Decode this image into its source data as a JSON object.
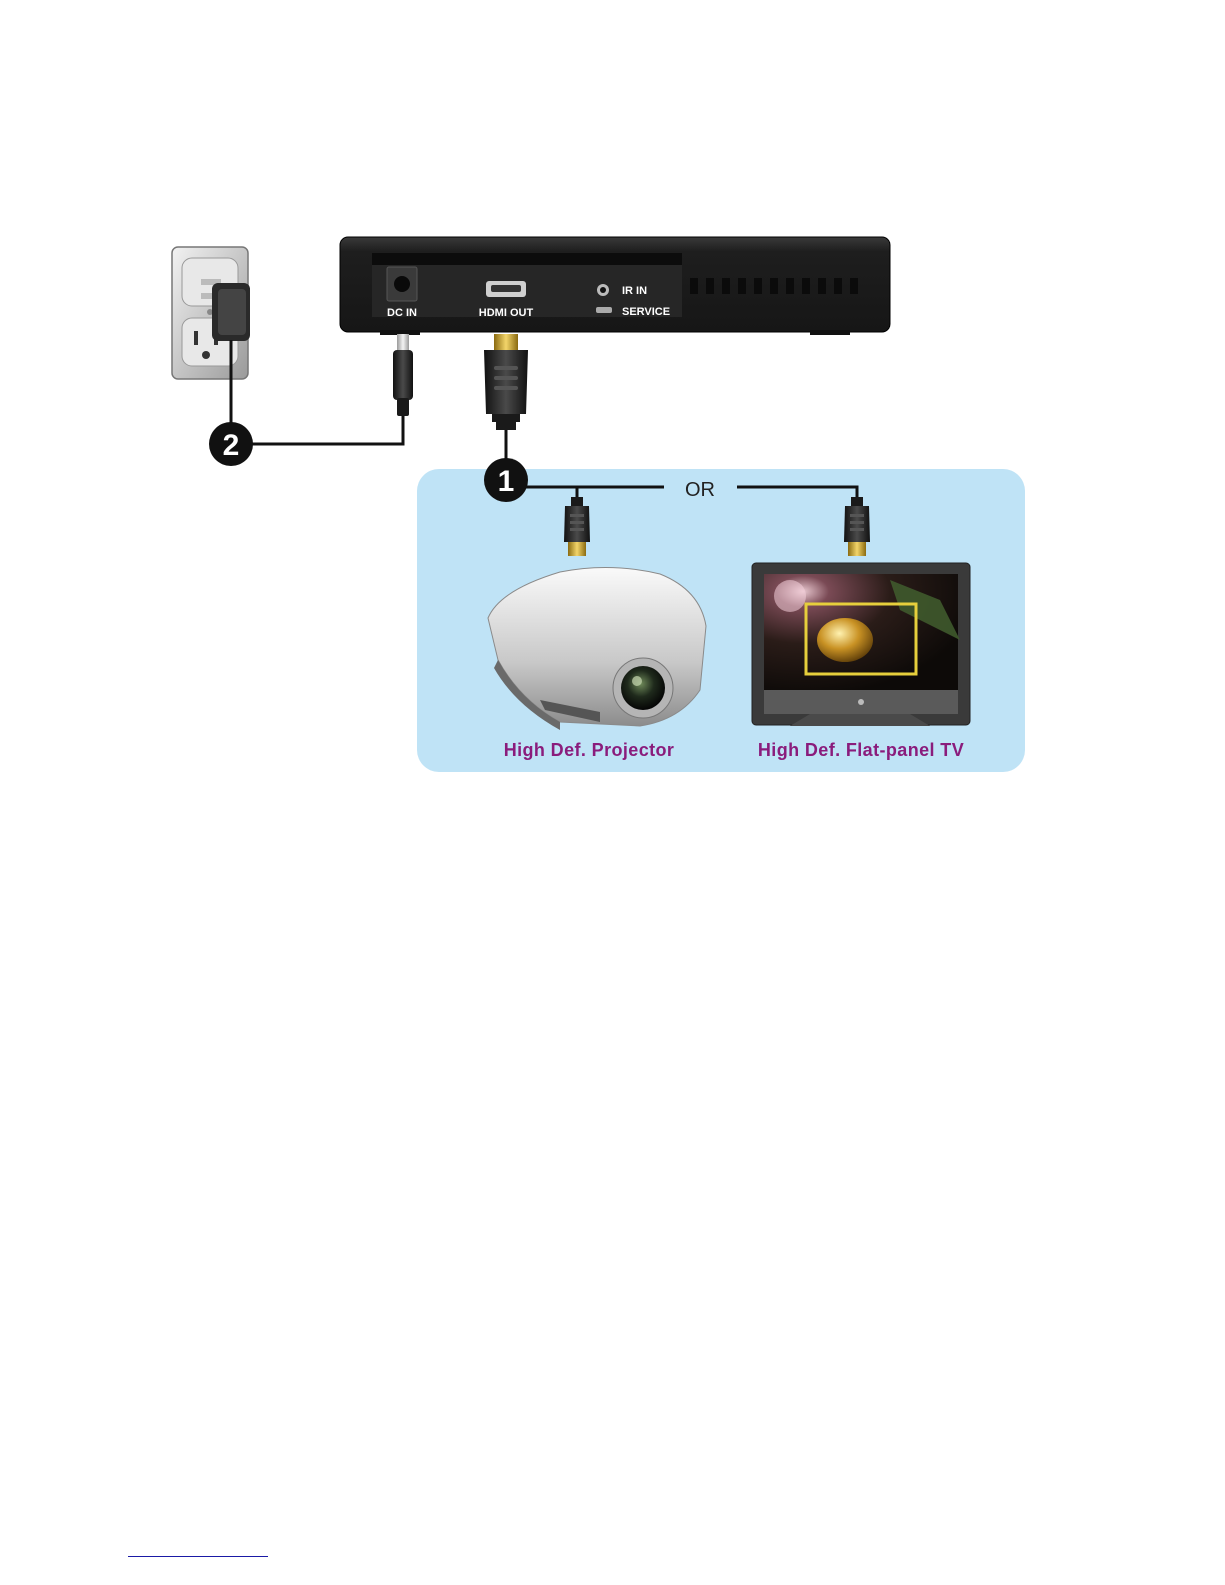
{
  "device": {
    "ports": {
      "dc_in": "DC IN",
      "hdmi_out": "HDMI OUT",
      "ir_in": "IR IN",
      "service": "SERVICE"
    }
  },
  "steps": {
    "hdmi_connection": "1",
    "power_connection": "2"
  },
  "or_label": "OR",
  "targets": {
    "projector": "High Def. Projector",
    "tv": "High Def. Flat-panel TV"
  },
  "colors": {
    "panel_bg": "#bfe3f6",
    "label_purple": "#8a1c7c",
    "device_body": "#232323",
    "step_badge": "#111111"
  },
  "icons": [
    "wall-outlet-icon",
    "power-adapter-icon",
    "dc-plug-icon",
    "hdmi-plug-icon",
    "projector-icon",
    "flat-panel-tv-icon"
  ]
}
